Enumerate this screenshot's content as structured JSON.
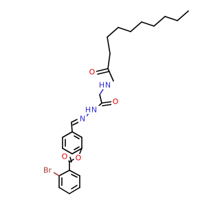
{
  "molecule": {
    "atoms": {
      "o_amide1": "O",
      "n_amide1": "N",
      "h_amide1": "H",
      "o_amide2": "O",
      "n_hydrazide": "N",
      "h_hydrazide": "H",
      "n_imine": "N",
      "o_ester_ring": "O",
      "o_carbonyl_ester": "O",
      "br": "Br"
    },
    "colors": {
      "carbon": "#000000",
      "nitrogen": "#2f2fd8",
      "oxygen": "#e00000",
      "bromine": "#a5372a",
      "background": "#ffffff"
    }
  }
}
